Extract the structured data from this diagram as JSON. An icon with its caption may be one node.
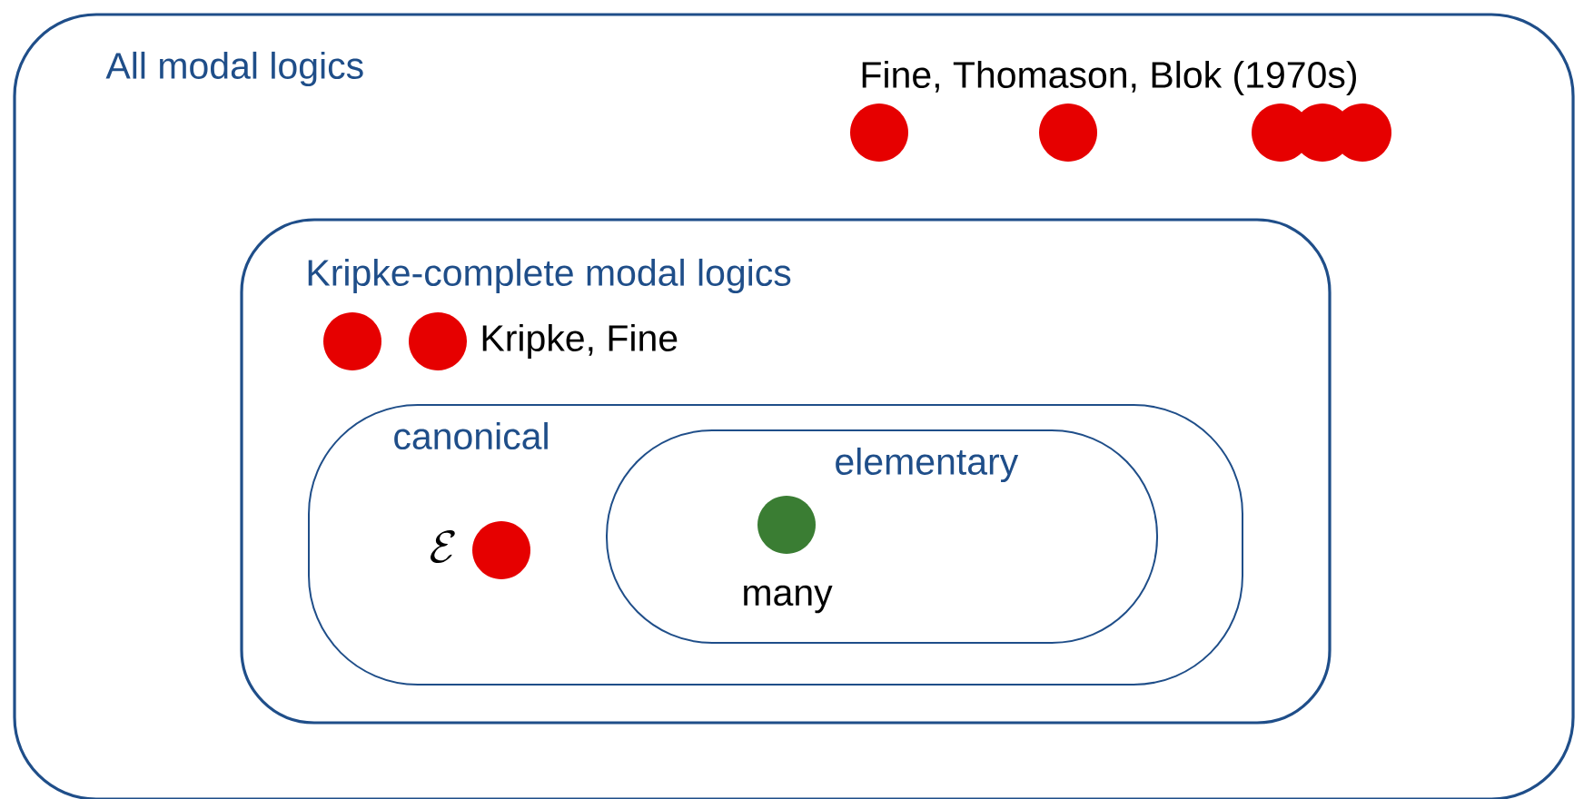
{
  "diagram": {
    "nodes": [
      {
        "text": [
          "All modal logics"
        ]
      },
      {
        "text": [],
        "shape": "circle",
        "in": 0
      },
      {
        "text": [],
        "shape": "circle",
        "in": 0
      },
      {
        "text": [],
        "shape": "circle",
        "in": 0
      },
      {
        "text": [],
        "shape": "circle",
        "in": 0
      },
      {
        "text": [],
        "shape": "circle",
        "in": 0
      },
      {
        "text": [
          "Kripke-complete modal logics"
        ],
        "in": 0
      },
      {
        "text": [],
        "shape": "circle",
        "in": 6
      },
      {
        "text": [],
        "shape": "circle",
        "in": 6
      },
      {
        "text": [
          "canonical"
        ],
        "in": 6
      },
      {
        "text": [],
        "shape": "circle",
        "in": 9
      },
      {
        "text": [
          "elementary"
        ],
        "in": 9
      },
      {
        "text": [],
        "shape": "circle",
        "in": 11
      }
    ],
    "labels": [
      "Fine, Thomason, Blok (1970s)",
      "Kripke, Fine",
      "\\mathcal{E}",
      "many"
    ]
  }
}
